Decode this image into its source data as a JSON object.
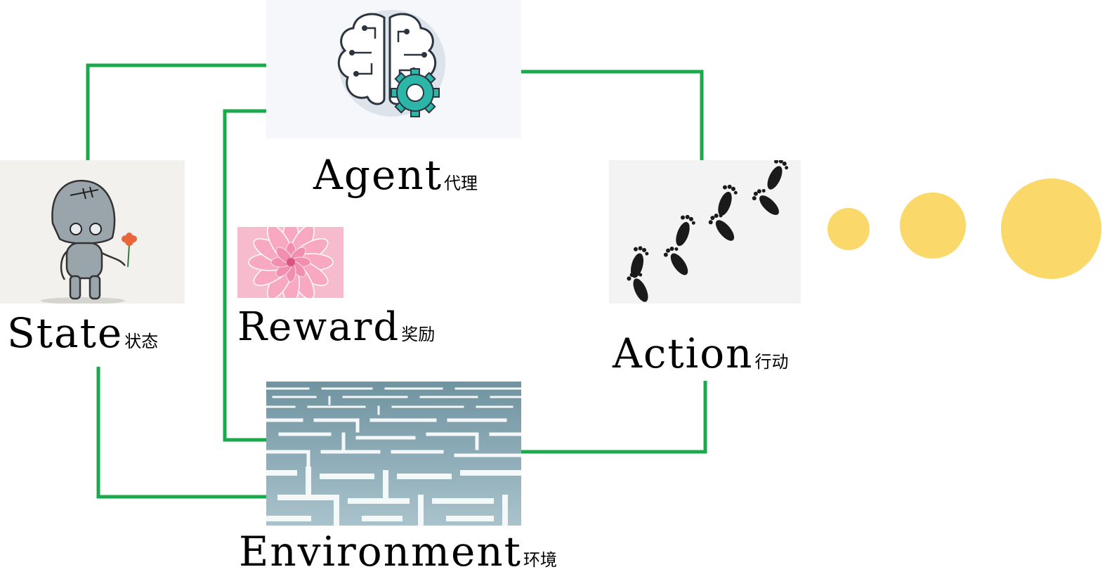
{
  "diagram": {
    "nodes": {
      "agent": {
        "en": "Agent",
        "zh": "代理",
        "icon": "brain-gear-icon"
      },
      "state": {
        "en": "State",
        "zh": "状态",
        "icon": "robot-holding-flower-icon"
      },
      "reward": {
        "en": "Reward",
        "zh": "奖励",
        "icon": "pink-flower-icon"
      },
      "environment": {
        "en": "Environment",
        "zh": "环境",
        "icon": "maze-icon"
      },
      "action": {
        "en": "Action",
        "zh": "行动",
        "icon": "footprints-icon"
      }
    },
    "edges": [
      {
        "from": "agent",
        "to": "state"
      },
      {
        "from": "environment",
        "to": "state"
      },
      {
        "from": "agent",
        "to": "action"
      },
      {
        "from": "action",
        "to": "environment"
      },
      {
        "from": "environment",
        "to": "agent"
      }
    ],
    "decorations": {
      "dots": 3
    },
    "colors": {
      "connector": "#1aaa4b",
      "dot": "#fad86a",
      "gear": "#2bb6a8",
      "brain_outline": "#2c3440",
      "flower": "#f4a5bd"
    }
  }
}
